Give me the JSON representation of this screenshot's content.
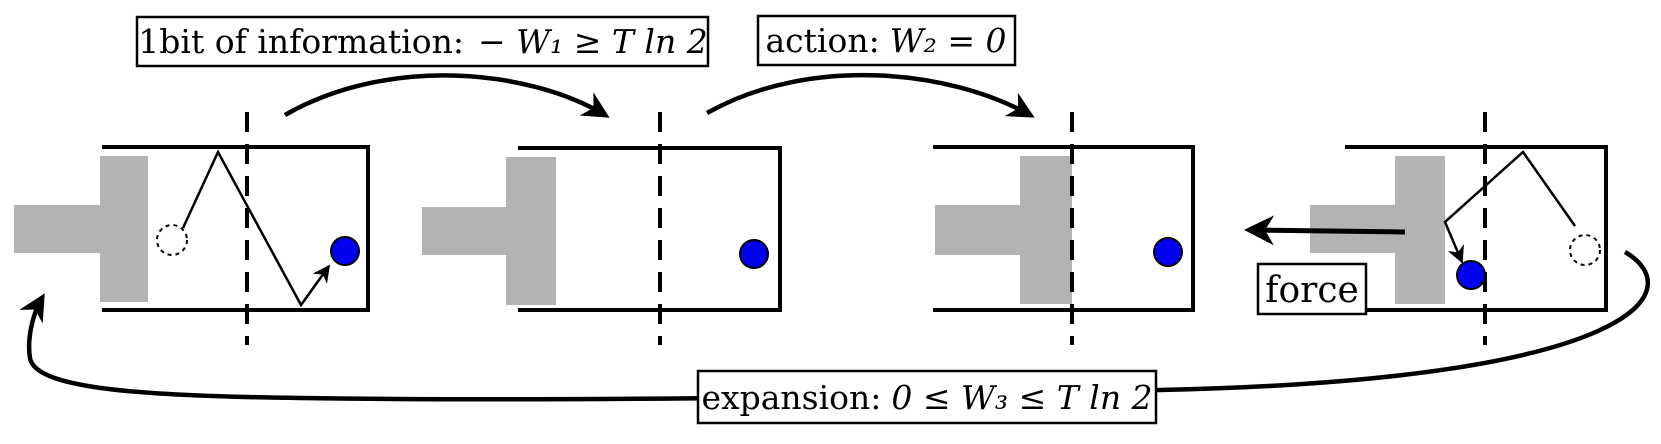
{
  "labels": {
    "info": {
      "text": "1bit of information:",
      "math": "− W₁ ≥ T ln 2"
    },
    "action": {
      "text": "action:",
      "math": "W₂ = 0"
    },
    "expansion": {
      "text": "expansion:",
      "math": "0 ≤ W₃ ≤ T ln 2"
    },
    "force": "force"
  },
  "colors": {
    "piston": "#b3b3b3",
    "particle": "#0000ee",
    "stroke": "#000000"
  }
}
